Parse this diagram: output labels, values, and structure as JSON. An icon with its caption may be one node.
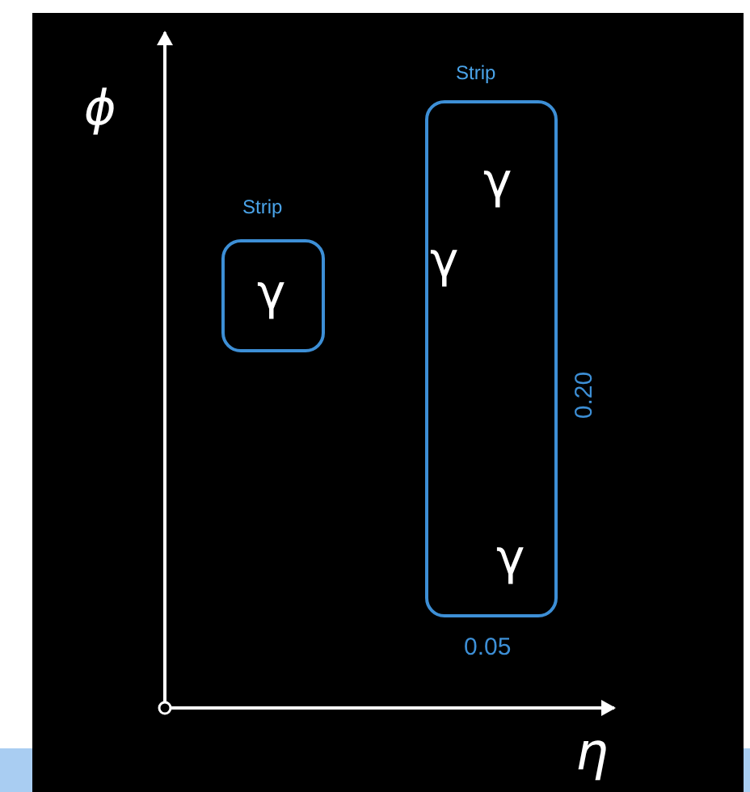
{
  "diagram": {
    "nodes": [
      {
        "text": [
          "Strip",
          "γ"
        ]
      },
      {
        "text": [
          "Strip",
          "γ",
          "γ",
          "γ"
        ]
      }
    ],
    "edges": [],
    "labels": [
      "ϕ",
      "0.20",
      "0.05",
      "η"
    ]
  }
}
